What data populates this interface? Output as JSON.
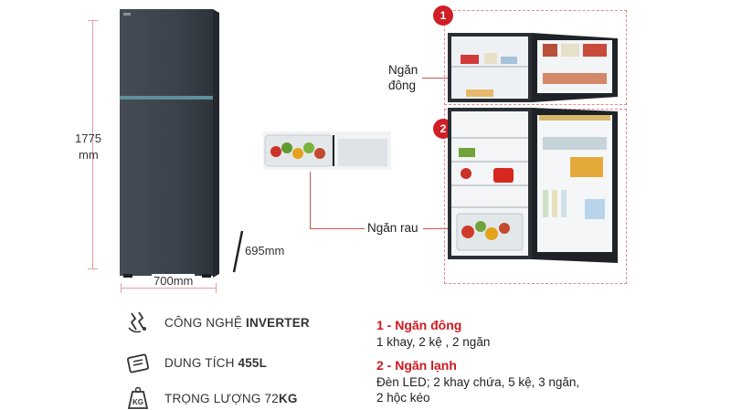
{
  "dimensions": {
    "height": "1775",
    "height_unit": "mm",
    "width": "700mm",
    "depth": "695mm"
  },
  "callouts": {
    "freezer_line1": "Ngăn",
    "freezer_line2": "đông",
    "crisper": "Ngăn rau"
  },
  "badges": {
    "b1": "1",
    "b2": "2"
  },
  "features": [
    {
      "icon": "inverter-icon",
      "label": "CÔNG NGHỆ ",
      "value": "INVERTER"
    },
    {
      "icon": "capacity-icon",
      "label": "DUNG TÍCH ",
      "value": "455L"
    },
    {
      "icon": "weight-icon",
      "label": "TRỌNG LƯỢNG 72",
      "value": "KG"
    }
  ],
  "weight_icon_text": "KG",
  "specs": [
    {
      "title": "1 - Ngăn đông",
      "desc": [
        "1 khay, 2 kệ , 2 ngăn"
      ]
    },
    {
      "title": "2 - Ngăn lạnh",
      "desc": [
        "Đèn LED; 2 khay chứa, 5 kệ, 3 ngăn,",
        "2 hộc kéo"
      ]
    }
  ],
  "colors": {
    "accent": "#d11f26",
    "fridge_body": "#3a414a"
  }
}
